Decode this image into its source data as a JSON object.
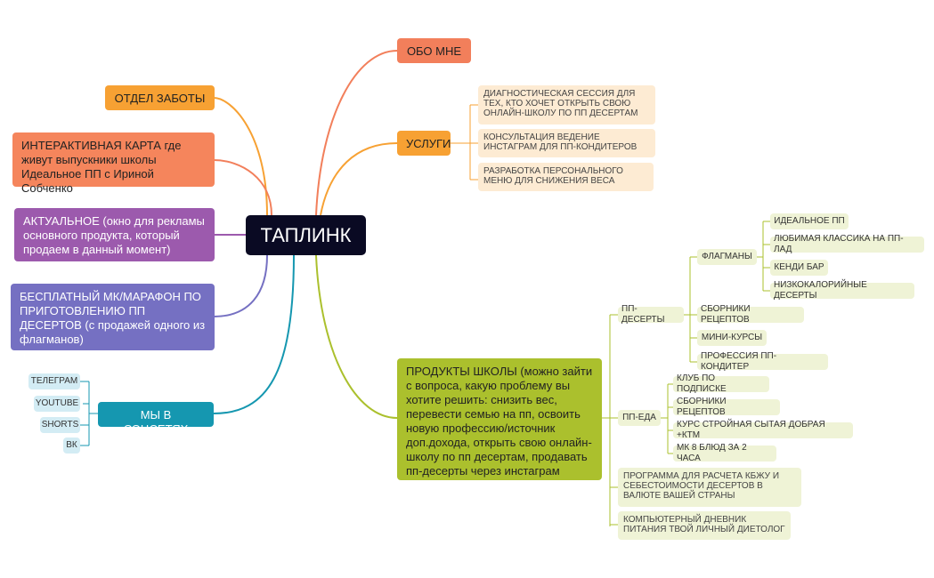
{
  "center": "ТАПЛИНК",
  "left": {
    "care": "ОТДЕЛ ЗАБОТЫ",
    "map": "ИНТЕРАКТИВНАЯ КАРТА где живут выпускники школы Идеальное ПП с Ириной Собченко",
    "actual": "АКТУАЛЬНОЕ (окно для рекламы основного продукта, который продаем в данный момент)",
    "free_mk": "БЕСПЛАТНЫЙ МК/МАРАФОН ПО ПРИГОТОВЛЕНИЮ ПП ДЕСЕРТОВ (с продажей одного из флагманов)",
    "social": {
      "label": "МЫ В СОЦСЕТЯХ",
      "items": [
        "ТЕЛЕГРАМ",
        "YOUTUBE",
        "SHORTS",
        "ВК"
      ]
    }
  },
  "right": {
    "about": "ОБО МНЕ",
    "services": {
      "label": "УСЛУГИ",
      "items": [
        "ДИАГНОСТИЧЕСКАЯ СЕССИЯ ДЛЯ ТЕХ, КТО ХОЧЕТ ОТКРЫТЬ СВОЮ ОНЛАЙН-ШКОЛУ ПО ПП ДЕСЕРТАМ",
        "КОНСУЛЬТАЦИЯ ВЕДЕНИЕ ИНСТАГРАМ ДЛЯ ПП-КОНДИТЕРОВ",
        "РАЗРАБОТКА ПЕРСОНАЛЬНОГО МЕНЮ ДЛЯ СНИЖЕНИЯ ВЕСА"
      ]
    },
    "products": {
      "label": "ПРОДУКТЫ ШКОЛЫ (можно зайти с вопроса, какую проблему вы хотите решить: снизить вес, перевести семью на пп, освоить новую профессию/источник доп.дохода, открыть свою онлайн-школу по пп десертам, продавать пп-десерты через инстаграм",
      "desserts": {
        "label": "ПП-ДЕСЕРТЫ",
        "flagships": {
          "label": "ФЛАГМАНЫ",
          "items": [
            "ИДЕАЛЬНОЕ ПП",
            "ЛЮБИМАЯ КЛАССИКА НА ПП-ЛАД",
            "КЕНДИ БАР",
            "НИЗКОКАЛОРИЙНЫЕ ДЕСЕРТЫ"
          ]
        },
        "others": [
          "СБОРНИКИ РЕЦЕПТОВ",
          "МИНИ-КУРСЫ",
          "ПРОФЕССИЯ ПП-КОНДИТЕР"
        ]
      },
      "food": {
        "label": "ПП-ЕДА",
        "items": [
          "КЛУБ ПО ПОДПИСКЕ",
          "СБОРНИКИ РЕЦЕПТОВ",
          "КУРС СТРОЙНАЯ СЫТАЯ ДОБРАЯ +КТМ",
          "МК 8 БЛЮД ЗА 2 ЧАСА"
        ]
      },
      "program": "ПРОГРАММА ДЛЯ РАСЧЕТА КБЖУ И СЕБЕСТОИМОСТИ ДЕСЕРТОВ В ВАЛЮТЕ ВАШЕЙ СТРАНЫ",
      "diary": "КОМПЬЮТЕРНЫЙ ДНЕВНИК ПИТАНИЯ ТВОЙ ЛИЧНЫЙ ДИЕТОЛОГ"
    }
  }
}
